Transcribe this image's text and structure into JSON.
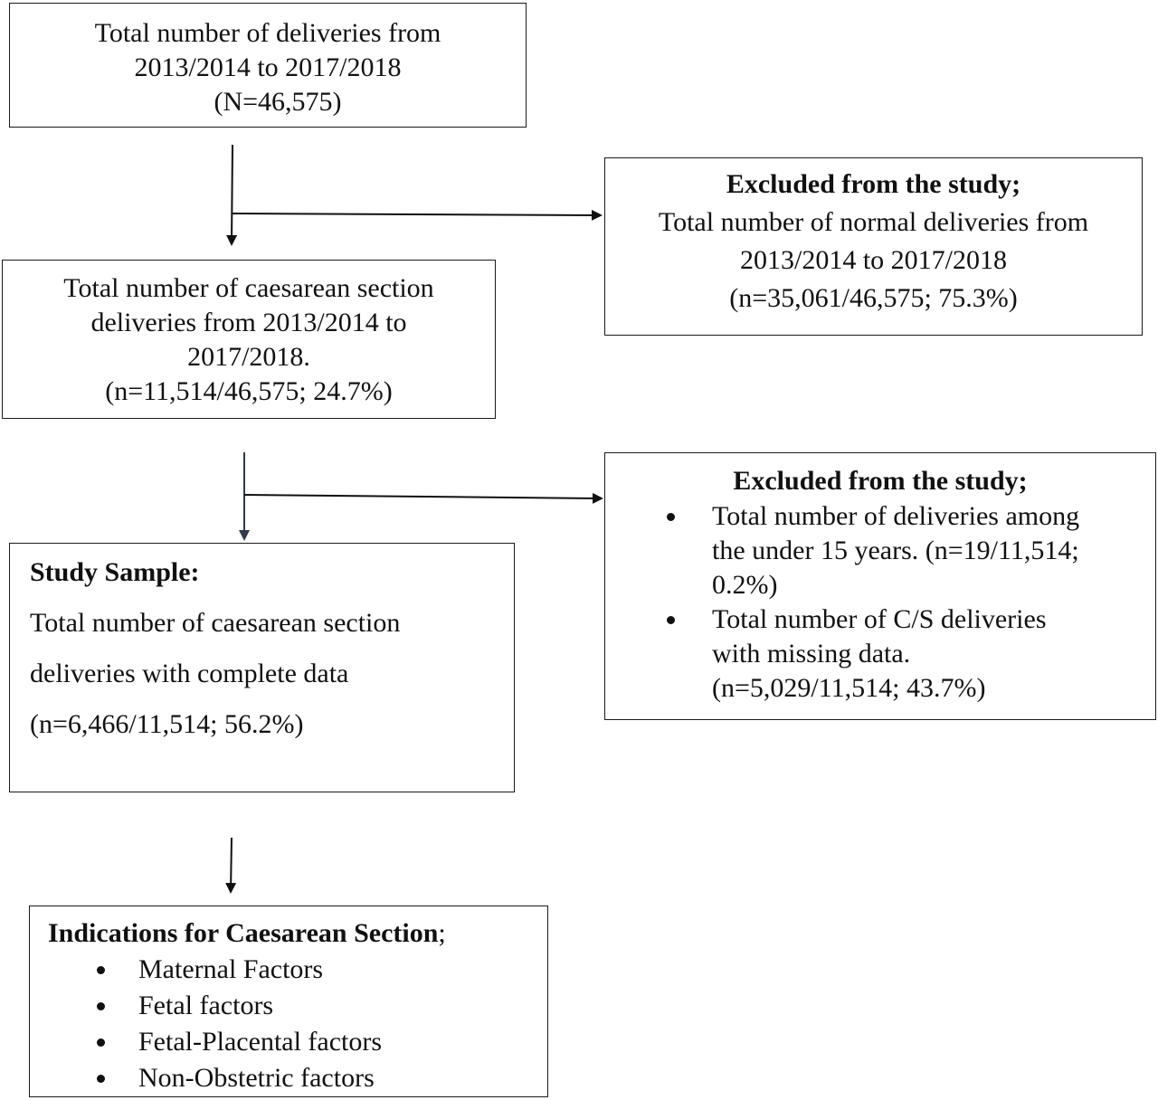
{
  "total_box": {
    "lines": [
      "Total number of deliveries from",
      "2013/2014 to 2017/2018",
      "(N=46,575)"
    ]
  },
  "excluded1_box": {
    "heading": "Excluded from the study;",
    "lines": [
      "Total number of normal deliveries from",
      "2013/2014 to 2017/2018",
      "(n=35,061/46,575; 75.3%)"
    ]
  },
  "cs_box": {
    "lines": [
      "Total number of caesarean section",
      "deliveries from 2013/2014 to",
      "2017/2018.",
      "(n=11,514/46,575; 24.7%)"
    ]
  },
  "excluded2_box": {
    "heading": "Excluded from the study;",
    "items": [
      {
        "lines": [
          "Total number of deliveries among",
          "the under 15 years. (n=19/11,514;",
          "0.2%)"
        ]
      },
      {
        "lines": [
          "Total number of C/S deliveries",
          "with missing data.",
          "(n=5,029/11,514; 43.7%)"
        ]
      }
    ]
  },
  "sample_box": {
    "heading": "Study Sample:",
    "lines": [
      "Total number of caesarean section",
      "deliveries with complete data",
      "(n=6,466/11,514; 56.2%)"
    ]
  },
  "indications_box": {
    "heading": "Indications for Caesarean Section",
    "heading_suffix": ";",
    "items": [
      "Maternal Factors",
      "Fetal factors",
      "Fetal-Placental factors",
      "Non-Obstetric factors"
    ]
  },
  "colors": {
    "border": "#1a1a1a",
    "arrow": "#111111",
    "arrow_dark_slate": "#2f3a4a"
  }
}
